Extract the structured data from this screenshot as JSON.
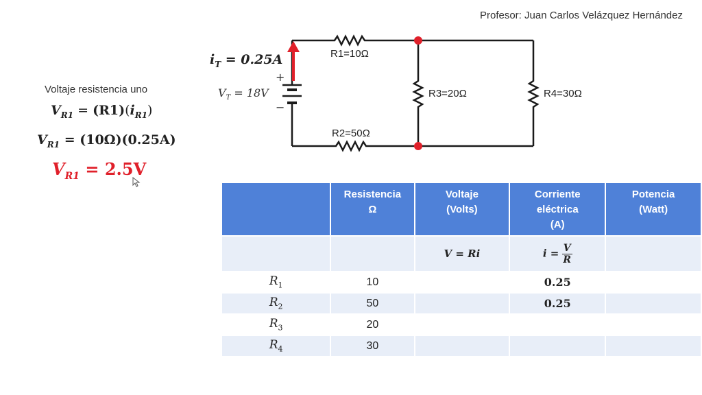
{
  "header": {
    "professor": "Profesor: Juan Carlos Velázquez Hernández"
  },
  "circuit": {
    "current_label": {
      "var": "i",
      "sub": "T",
      "rest": " = 0.25A"
    },
    "voltage_label": {
      "var": "V",
      "sub": "T",
      "rest": " = 18V"
    },
    "plus": "+",
    "minus": "−",
    "r1": "R1=10Ω",
    "r2": "R2=50Ω",
    "r3": "R3=20Ω",
    "r4": "R4=30Ω",
    "colors": {
      "wire": "#1a1a1a",
      "node": "#e0202a",
      "arrow": "#e0202a"
    }
  },
  "equations": {
    "caption": "Voltaje resistencia uno",
    "eq1": {
      "lhs": "V",
      "lhs_sub": "R1",
      "op": " = ",
      "a": "(R1)",
      "b_open": "(",
      "b": "i",
      "b_sub": "R1",
      "b_close": ")"
    },
    "eq2": {
      "lhs": "V",
      "lhs_sub": "R1",
      "rhs": " = (10Ω)(0.25A)"
    },
    "eq3": {
      "lhs": "V",
      "lhs_sub": "R1",
      "rhs": " = 2.5V",
      "color": "#e0202a"
    }
  },
  "table": {
    "headers": [
      "",
      "Resistencia\nΩ",
      "Voltaje\n(Volts)",
      "Corriente\neléctrica\n(A)",
      "Potencia\n(Watt)"
    ],
    "formula_row": {
      "voltage": "V = Ri",
      "current_lhs": "i =",
      "current_num": "V",
      "current_den": "R"
    },
    "rows": [
      {
        "name": "R",
        "sub": "1",
        "resistance": "10",
        "voltage": "",
        "current": "0.25",
        "power": ""
      },
      {
        "name": "R",
        "sub": "2",
        "resistance": "50",
        "voltage": "",
        "current": "0.25",
        "power": ""
      },
      {
        "name": "R",
        "sub": "3",
        "resistance": "20",
        "voltage": "",
        "current": "",
        "power": ""
      },
      {
        "name": "R",
        "sub": "4",
        "resistance": "30",
        "voltage": "",
        "current": "",
        "power": ""
      }
    ],
    "colors": {
      "header_bg": "#4f81d8",
      "stripe": "#e8eef8"
    }
  }
}
